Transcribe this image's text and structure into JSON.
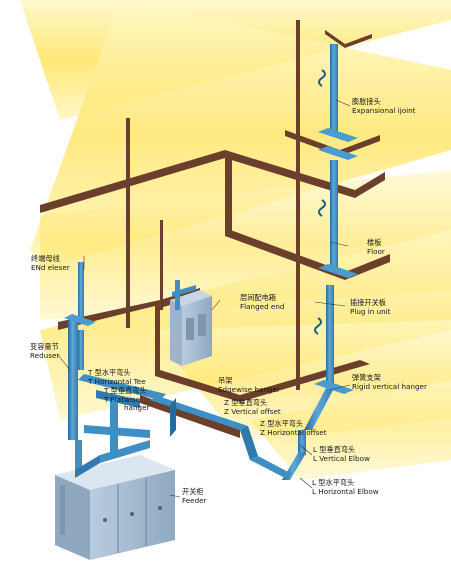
{
  "diagram": {
    "colors": {
      "band": "#ffe87a",
      "band_edge": "#fff6c2",
      "floor": "#6b3f2b",
      "floor_top": "#8a5a3e",
      "busway": "#3f8fc4",
      "busway_dark": "#2a6a99",
      "busway_light": "#7fbde3",
      "cabinet": "#a9bfd4",
      "cabinet_dark": "#7d95ad"
    },
    "labels": {
      "expansion_joint": {
        "cn": "膨胀接头",
        "en": "Expansional ijoint"
      },
      "end_closer": {
        "cn": "终端母线",
        "en": "ENd eleser"
      },
      "floor": {
        "cn": "楼板",
        "en": "Floor"
      },
      "flanged_end": {
        "cn": "层间配电箱",
        "en": "Flanged end"
      },
      "plug_in_unit": {
        "cn": "插接开关板",
        "en": "Plug in unit"
      },
      "reducer": {
        "cn": "变容量节",
        "en": "Reduser"
      },
      "rigid_vertical_hanger": {
        "cn": "弹簧支架",
        "en": "Rigid vertical hanger"
      },
      "horizontal_tee": {
        "cn": "T 型水平弯头",
        "en": "T Horizontal Tee"
      },
      "flatwise_hanger": {
        "cn": "T 型垂直弯头",
        "en_1": "T   Flatwise",
        "en_2": "hanger"
      },
      "edgewise_hanger": {
        "cn": "吊架",
        "en": "Edgewise hanger"
      },
      "vertical_offset": {
        "cn": "Z 型垂直弯头",
        "en": "Z  Vertical offset"
      },
      "horizontal_offset": {
        "cn": "Z 型水平弯头",
        "en": "Z  Horizontal offset"
      },
      "vertical_elbow": {
        "cn": "L 型垂直弯头",
        "en": "L  Vertical Elbow"
      },
      "horizontal_elbow": {
        "cn": "L 型水平弯头",
        "en": "L  Horizontal Elbow"
      },
      "feeder": {
        "cn": "开关柜",
        "en": "Feeder"
      }
    }
  }
}
